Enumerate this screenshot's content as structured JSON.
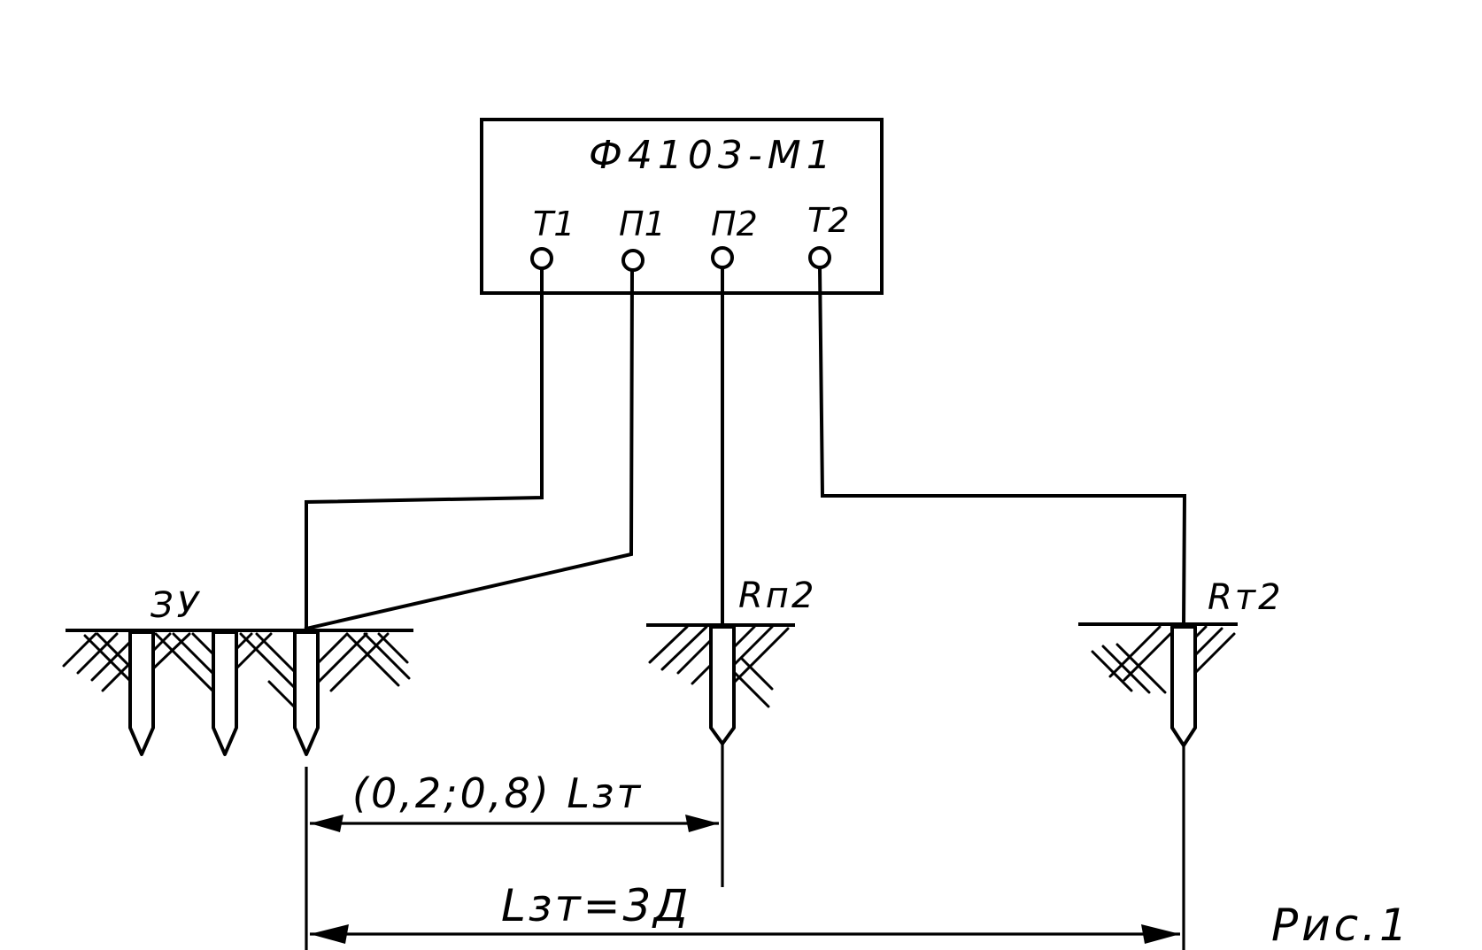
{
  "device": {
    "name": "Ф4103-М1",
    "terminals": [
      "Т1",
      "П1",
      "П2",
      "Т2"
    ]
  },
  "labels": {
    "grounding_device": "ЗУ",
    "potential_electrode": "Rп2",
    "current_electrode": "Rт2",
    "dimension_inner": "(0,2;0,8) Lзт",
    "dimension_outer": "Lзт=3Д",
    "figure": "Рис.1"
  },
  "icons": {
    "terminal": "terminal-circle-icon",
    "ground": "ground-hatching-icon",
    "electrode": "ground-rod-icon"
  }
}
